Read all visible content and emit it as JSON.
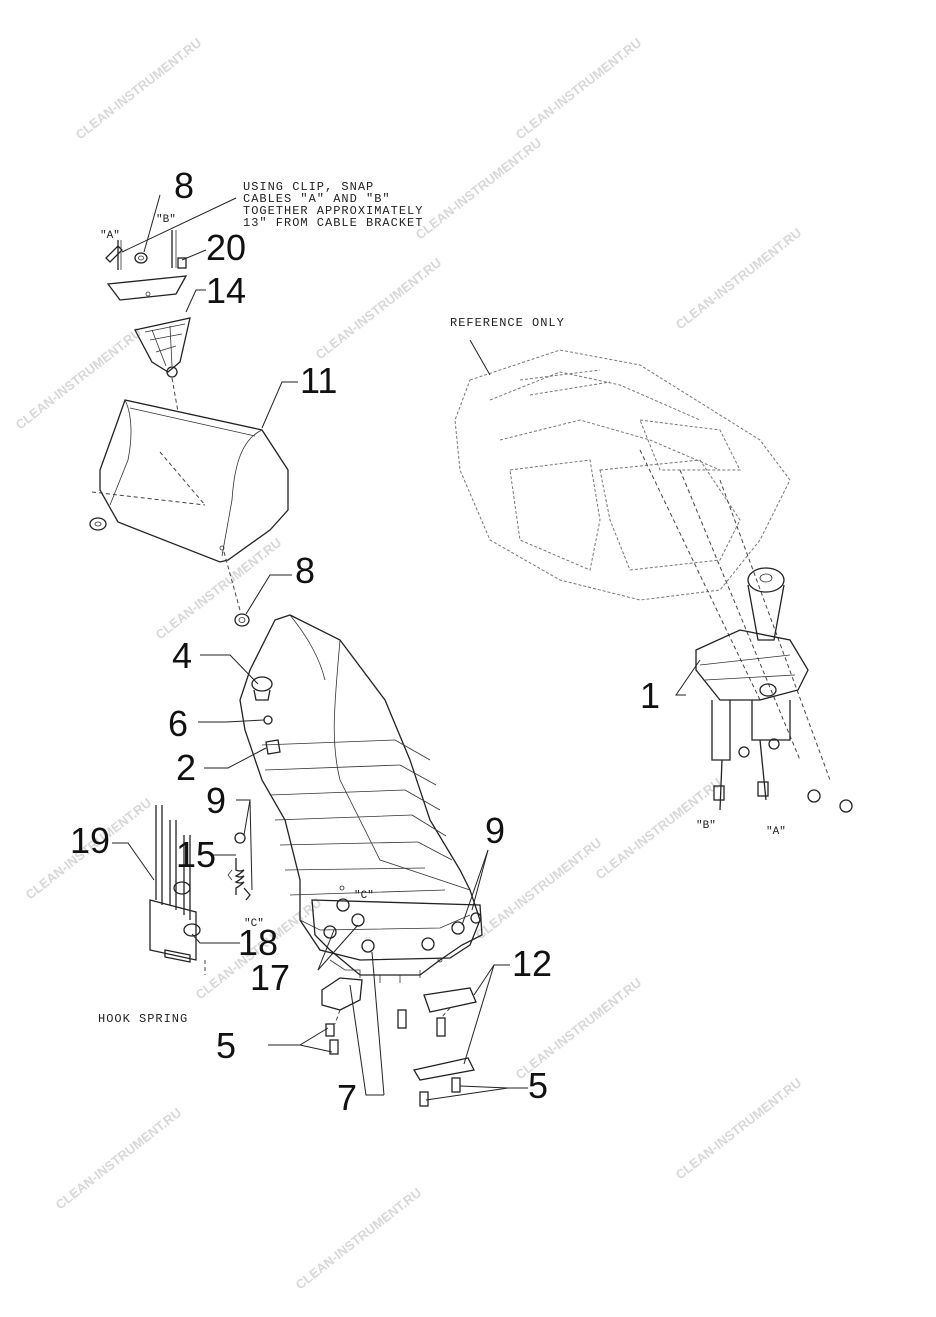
{
  "callouts": [
    {
      "id": "c8a",
      "label": "8"
    },
    {
      "id": "c20",
      "label": "20"
    },
    {
      "id": "c14",
      "label": "14"
    },
    {
      "id": "c11",
      "label": "11"
    },
    {
      "id": "c8b",
      "label": "8"
    },
    {
      "id": "c4",
      "label": "4"
    },
    {
      "id": "c6",
      "label": "6"
    },
    {
      "id": "c2",
      "label": "2"
    },
    {
      "id": "c9a",
      "label": "9"
    },
    {
      "id": "c19",
      "label": "19"
    },
    {
      "id": "c15",
      "label": "15"
    },
    {
      "id": "c9b",
      "label": "9"
    },
    {
      "id": "c18",
      "label": "18"
    },
    {
      "id": "c17",
      "label": "17"
    },
    {
      "id": "c12",
      "label": "12"
    },
    {
      "id": "c5a",
      "label": "5"
    },
    {
      "id": "c7",
      "label": "7"
    },
    {
      "id": "c5b",
      "label": "5"
    },
    {
      "id": "c1",
      "label": "1"
    }
  ],
  "notes": {
    "clip_line1": "USING CLIP, SNAP",
    "clip_line2": "CABLES \"A\" AND \"B\"",
    "clip_line3": "TOGETHER APPROXIMATELY",
    "clip_line4": "13\" FROM CABLE BRACKET",
    "reference_only": "REFERENCE ONLY",
    "hook_spring": "HOOK SPRING"
  },
  "cable_labels": {
    "a_top": "\"A\"",
    "b_top": "\"B\"",
    "a_right": "\"A\"",
    "b_right": "\"B\"",
    "c_left": "\"C\"",
    "c_chute": "\"C\""
  },
  "watermark": "CLEAN-INSTRUMENT.RU"
}
